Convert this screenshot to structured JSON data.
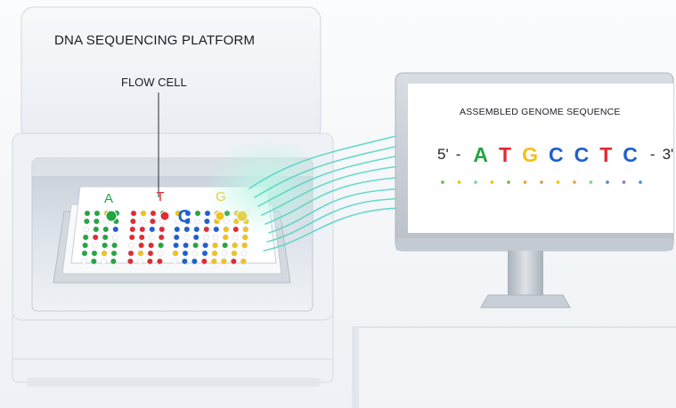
{
  "title": "DNA SEQUENCING PLATFORM",
  "flow_cell_label": "FLOW CELL",
  "plate_letters": [
    "A",
    "T",
    "G",
    "C"
  ],
  "monitor": {
    "screen_title": "ASSEMBLED GENOME SEQUENCE",
    "five_prime": "5'",
    "three_prime": "3'",
    "dash": "-",
    "sequence": [
      "A",
      "T",
      "G",
      "C",
      "C",
      "T",
      "C"
    ]
  },
  "colors": {
    "A": "#24a541",
    "T": "#e02b33",
    "G": "#f2c218",
    "C": "#1f5fd0",
    "fiber": "#4fd3c4"
  }
}
